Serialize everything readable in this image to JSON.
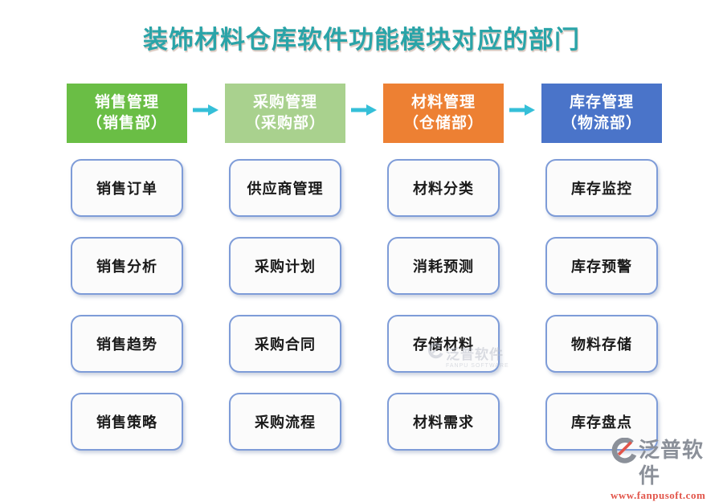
{
  "title": "装饰材料仓库软件功能模块对应的部门",
  "colors": {
    "title-color": "#2AA4A8",
    "arrow-color": "#35BFD8",
    "box-border": "#7E9CD8",
    "box-bg": "#FBFBFB",
    "box-text": "#1A1A1A",
    "header-text": "#FFFFFF",
    "watermark-gray": "#B8BDC8",
    "brand-gray": "#8B9099",
    "brand-red": "#E2554A",
    "sales-green": "#6ABE45",
    "purchase-light-green": "#A9D18E",
    "material-orange": "#ED8033",
    "inventory-blue": "#4A74C9"
  },
  "columns": [
    {
      "header_line1": "销售管理",
      "header_line2": "（销售部）",
      "color": "#6ABE45",
      "items": [
        "销售订单",
        "销售分析",
        "销售趋势",
        "销售策略"
      ]
    },
    {
      "header_line1": "采购管理",
      "header_line2": "（采购部）",
      "color": "#A9D18E",
      "items": [
        "供应商管理",
        "采购计划",
        "采购合同",
        "采购流程"
      ]
    },
    {
      "header_line1": "材料管理",
      "header_line2": "（仓储部）",
      "color": "#ED8033",
      "items": [
        "材料分类",
        "消耗预测",
        "存储材料",
        "材料需求"
      ]
    },
    {
      "header_line1": "库存管理",
      "header_line2": "（物流部）",
      "color": "#4A74C9",
      "items": [
        "库存监控",
        "库存预警",
        "物料存储",
        "库存盘点"
      ]
    }
  ],
  "watermark": {
    "brand": "泛普软件",
    "subbrand": "FANPU SOFTWARE"
  },
  "footer": {
    "brand": "泛普软件",
    "url": "www.fanpusoft.com"
  }
}
